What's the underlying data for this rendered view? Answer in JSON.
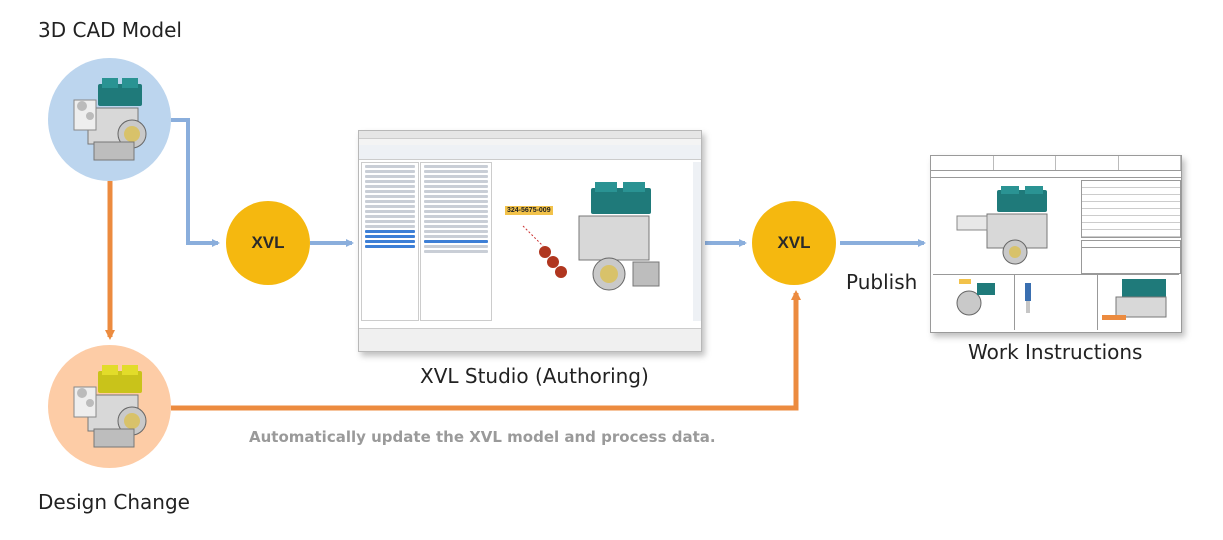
{
  "labels": {
    "cad_model": "3D CAD Model",
    "design_change": "Design Change",
    "studio": "XVL Studio (Authoring)",
    "work_instructions": "Work Instructions",
    "publish": "Publish",
    "auto_update": "Automatically update the XVL model and process data."
  },
  "nodes": {
    "xvl_1": "XVL",
    "xvl_2": "XVL"
  },
  "studio_screenshot": {
    "part_tag": "324-5675-009"
  },
  "colors": {
    "blue_arrow": "#8aaedc",
    "orange_arrow": "#ec8b3f",
    "xvl_fill": "#f5b80f",
    "blue_circle": "#bcd5ee",
    "orange_circle": "#fdcca6"
  }
}
